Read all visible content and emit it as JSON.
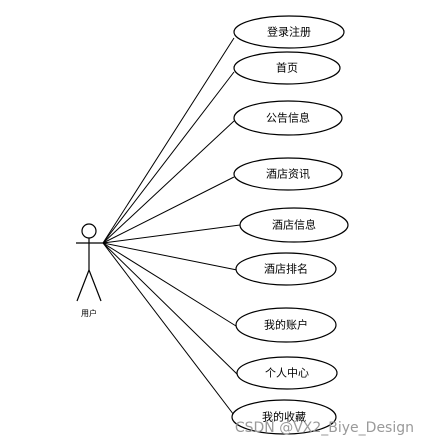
{
  "actor": {
    "name": "用户"
  },
  "use_cases": [
    {
      "label": "登录注册"
    },
    {
      "label": "首页"
    },
    {
      "label": "公告信息"
    },
    {
      "label": "酒店资讯"
    },
    {
      "label": "酒店信息"
    },
    {
      "label": "酒店排名"
    },
    {
      "label": "我的账户"
    },
    {
      "label": "个人中心"
    },
    {
      "label": "我的收藏"
    }
  ],
  "watermark": "CSDN @VX2_Biye_Design"
}
